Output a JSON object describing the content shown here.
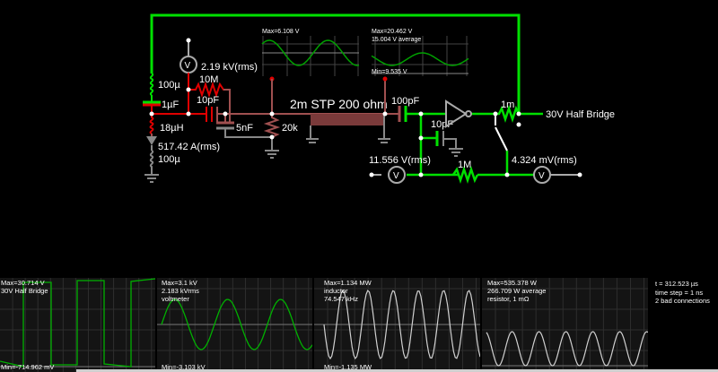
{
  "app": "Circuit Simulator",
  "colors": {
    "live": "#00e000",
    "hot": "#e00000",
    "warm": "#a05050",
    "ground": "#808080",
    "scope_bg": "#141414",
    "trace_green": "#00b000",
    "trace_white": "#d0d0d0"
  },
  "circuit": {
    "labels": {
      "voltmeter1_reading": "2.19 kV(rms)",
      "inductor_top": "100µ",
      "cap_1uF": "1µF",
      "res_10M": "10M",
      "cap_10pF_left": "10pF",
      "inductor_18uH": "18µH",
      "ammeter_reading": "517.42 A(rms)",
      "inductor_bottom": "100µ",
      "cap_5nF": "5nF",
      "res_20k": "20k",
      "tline": "2m STP 200 ohm",
      "cap_100pF": "100pF",
      "cap_10pF_right": "10pF",
      "res_1m": "1m",
      "output_label": "30V Half Bridge",
      "res_1M": "1M",
      "voltmeter2_reading": "11.556 V(rms)",
      "voltmeter3_reading": "4.324 mV(rms)"
    },
    "inline_scopes": [
      {
        "max": "Max=6.108 V",
        "avg": "",
        "min": ""
      },
      {
        "max": "Max=20.462 V",
        "avg": "15.004 V average",
        "min": "Min=9.535 V"
      }
    ]
  },
  "scopes": [
    {
      "max": "Max=30.714 V",
      "line2": "30V Half Bridge",
      "line3": "",
      "min": "Min=-714.962 mV"
    },
    {
      "max": "Max=3.1 kV",
      "line2": "2.183 kVrms",
      "line3": "voltmeter",
      "min": "Min=-3.103 kV"
    },
    {
      "max": "Max=1.134 MW",
      "line2": "inductor",
      "line3": "74.547 kHz",
      "min": "Min=-1.135 MW"
    },
    {
      "max": "Max=535.378 W",
      "line2": "266.709 W average",
      "line3": "resistor, 1 mΩ",
      "min": ""
    }
  ],
  "status": {
    "time": "t = 312.523 µs",
    "timestep": "time step = 1 ns",
    "bad": "2 bad connections"
  }
}
